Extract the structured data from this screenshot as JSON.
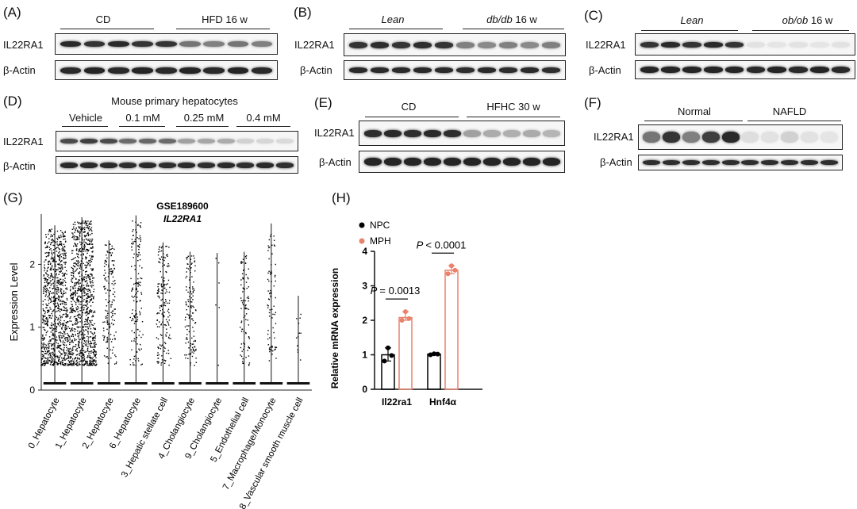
{
  "panels": {
    "A": {
      "letter": "(A)",
      "groups": [
        {
          "label": "CD"
        },
        {
          "label": "HFD 16 w"
        }
      ],
      "rows": [
        {
          "label": "IL22RA1"
        },
        {
          "label": "β-Actin"
        }
      ]
    },
    "B": {
      "letter": "(B)",
      "groups": [
        {
          "label": "Lean"
        },
        {
          "label": "db/db",
          "suffix": "16 w"
        }
      ],
      "rows": [
        {
          "label": "IL22RA1"
        },
        {
          "label": "β-Actin"
        }
      ]
    },
    "C": {
      "letter": "(C)",
      "groups": [
        {
          "label": "Lean"
        },
        {
          "label": "ob/ob",
          "suffix": "16 w"
        }
      ],
      "rows": [
        {
          "label": "IL22RA1"
        },
        {
          "label": "β-Actin"
        }
      ]
    },
    "D": {
      "letter": "(D)",
      "title": "Mouse primary hepatocytes",
      "groups": [
        {
          "label": "Vehicle"
        },
        {
          "label": "0.1 mM"
        },
        {
          "label": "0.25 mM"
        },
        {
          "label": "0.4 mM"
        }
      ],
      "rows": [
        {
          "label": "IL22RA1"
        },
        {
          "label": "β-Actin"
        }
      ]
    },
    "E": {
      "letter": "(E)",
      "groups": [
        {
          "label": "CD"
        },
        {
          "label": "HFHC 30 w"
        }
      ],
      "rows": [
        {
          "label": "IL22RA1"
        },
        {
          "label": "β-Actin"
        }
      ]
    },
    "F": {
      "letter": "(F)",
      "groups": [
        {
          "label": "Normal"
        },
        {
          "label": "NAFLD"
        }
      ],
      "rows": [
        {
          "label": "IL22RA1"
        },
        {
          "label": "β-Actin"
        }
      ]
    },
    "G": {
      "letter": "(G)"
    },
    "H": {
      "letter": "(H)"
    }
  },
  "chart_data": [
    {
      "type": "scatter",
      "panel": "G",
      "title": "GSE189600",
      "subtitle": "IL22RA1",
      "xlabel": "",
      "ylabel": "Expression Level",
      "ylim": [
        0,
        2.8
      ],
      "yticks": [
        0,
        1,
        2
      ],
      "categories": [
        "0_Hepatocyte",
        "1_Hepatocyte",
        "2_Hepatocyte",
        "6_Hepatocyte",
        "3_Hepatic stellate cell",
        "4_Cholangiocyte",
        "9_Cholangiocyte",
        "5_Endothelial cell",
        "7_Macrophage/Monocyte",
        "8_Vascular smooth muscle cell"
      ],
      "violin_max": [
        2.62,
        2.75,
        2.38,
        2.78,
        2.35,
        2.2,
        2.18,
        2.2,
        2.65,
        1.5
      ],
      "point_density": [
        900,
        1000,
        160,
        150,
        180,
        130,
        6,
        90,
        80,
        12
      ]
    },
    {
      "type": "bar",
      "panel": "H",
      "ylabel": "Relative mRNA expression",
      "ylim": [
        0,
        4
      ],
      "yticks": [
        0,
        1,
        2,
        3,
        4
      ],
      "categories": [
        "Il22ra1",
        "Hnf4α"
      ],
      "series": [
        {
          "name": "NPC",
          "color": "#000000",
          "values": [
            1.0,
            1.02
          ],
          "points": [
            [
              0.82,
              1.2,
              0.98
            ],
            [
              1.0,
              1.03,
              1.02
            ]
          ]
        },
        {
          "name": "MPH",
          "color": "#e8826a",
          "values": [
            2.08,
            3.45
          ],
          "points": [
            [
              2.0,
              2.25,
              2.05
            ],
            [
              3.35,
              3.58,
              3.45
            ]
          ]
        }
      ],
      "annotations": [
        {
          "category": "Il22ra1",
          "label": "P",
          "value": "= 0.0013"
        },
        {
          "category": "Hnf4α",
          "label": "P",
          "value": "< 0.0001"
        }
      ]
    }
  ]
}
